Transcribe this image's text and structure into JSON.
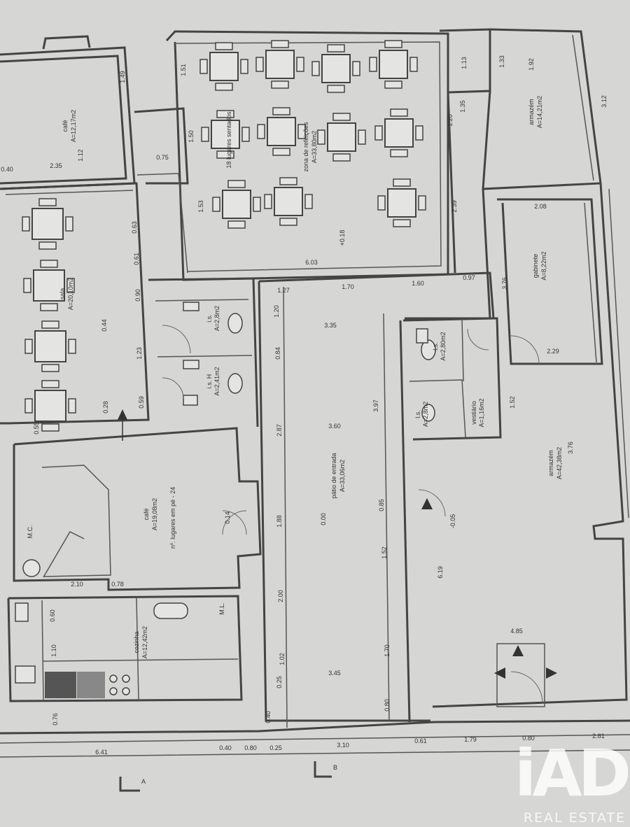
{
  "rooms": {
    "cafe_top": {
      "name": "café",
      "area": "A=12,17m2",
      "level": "1.12"
    },
    "sala_left": {
      "name": "sala",
      "area": "A=20,10m2",
      "level": "0.44"
    },
    "sala_top": {
      "line1": "18 lugares sentados",
      "line2": "zona de refeições",
      "line3": "A=33,80m2",
      "level": "+0.18"
    },
    "armazem_top": {
      "name": "armazém",
      "area": "A=14,21m2"
    },
    "gabinete": {
      "name": "gabinete",
      "area": "A=8,22m2"
    },
    "ih_top": {
      "name": "i.s.",
      "area": "A=2,8m2"
    },
    "ih_h": {
      "name": "i.s. H",
      "area": "A=2,41m2"
    },
    "ls_right": {
      "name": "l.s.",
      "area": "A=2,80m2"
    },
    "ls_small": {
      "name": "l.s.",
      "area": "A=2,8m2"
    },
    "vestiario": {
      "name": "vestiário",
      "area": "A=1,16m2"
    },
    "cafe_main": {
      "name": "café",
      "area": "A=19,08m2",
      "note": "nº. lugares em pé - 24",
      "level": "0.14"
    },
    "patio": {
      "name": "pátio de entrada",
      "area": "A=33,06m2",
      "level": "0.00"
    },
    "armazem_right": {
      "name": "armazém",
      "area": "A=42,38m2",
      "level": "-0.05"
    },
    "cozinha": {
      "name": "cozinha",
      "area": "A=12,42m2"
    },
    "mc": "M.C.",
    "ml": "M.L.",
    "level_028": "0.28"
  },
  "dims": {
    "d1": "1.49",
    "d2": "2.35",
    "d3": "0.40",
    "d4": "1.51",
    "d5": "1.50",
    "d6": "0.75",
    "d7": "1.53",
    "d8": "0.63",
    "d9": "0.61",
    "d10": "0.90",
    "d11": "1.23",
    "d12": "0.59",
    "d13": "0.55",
    "d14": "6.03",
    "d15": "1.27",
    "d16": "1.70",
    "d17": "1.60",
    "d18": "0.97",
    "d19": "1.20",
    "d20": "0.84",
    "d21": "2.87",
    "d22": "3.35",
    "d23": "3.97",
    "d24": "3.60",
    "d25": "1.88",
    "d26": "2.00",
    "d27": "1.02",
    "d28": "3.45",
    "d29": "1.52",
    "d30": "0.85",
    "d31": "1.70",
    "d32": "0.80",
    "d33": "1.13",
    "d34": "1.33",
    "d35": "1.92",
    "d36": "3.12",
    "d37": "1.35",
    "d38": "1.20",
    "d39": "2.39",
    "d40": "2.08",
    "d41": "3.76",
    "d42": "2.29",
    "d43": "1.52",
    "d44": "3.76",
    "d45": "6.19",
    "d46": "4.85",
    "d47": "2.10",
    "d48": "0.78",
    "d49": "0.60",
    "d50": "1.10",
    "d51": "0.76",
    "d52": "6.41",
    "d53": "0.40",
    "d54": "0.80",
    "d55": "0.25",
    "d56": "3.10",
    "d57": "0.61",
    "d58": "1.79",
    "d59": "0.80",
    "d60": "2.81",
    "d61": "0.40",
    "d62": "0.25"
  },
  "section_marks": {
    "a": "A",
    "b": "B"
  },
  "watermark": {
    "mark": "iAD",
    "sub": "REAL ESTATE"
  }
}
